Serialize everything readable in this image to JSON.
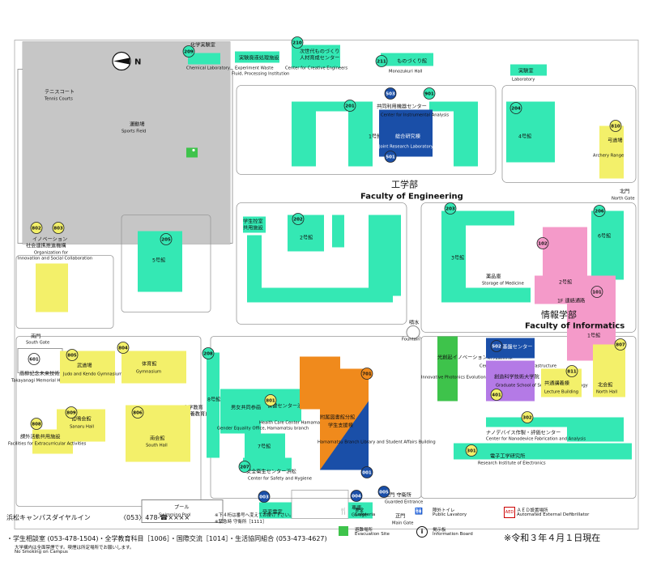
{
  "compass": {
    "label": "N"
  },
  "buildings": {
    "tennis": {
      "jp": "テニスコート",
      "en": "Tennis Courts"
    },
    "sports_field": {
      "jp": "運動場",
      "en": "Sports Field"
    },
    "chemical_lab": {
      "jp": "化学実験室",
      "en": "Chemical Laboratory"
    },
    "waste": {
      "jp": "実験廃液処理施設",
      "en1": "Experiment Waste",
      "en2": "Fluid, Processing Institution"
    },
    "creative": {
      "jp1": "次世代ものづくり",
      "jp2": "人材育成センター",
      "en": "Center for Creative Engineers"
    },
    "monozukuri": {
      "jp": "ものづくり館",
      "en": "Monozukuri Hall"
    },
    "lab": {
      "jp": "実験室",
      "en": "Laboratory"
    },
    "instrumental": {
      "jp": "共同利用機器センター",
      "en": "Center for Instrumental Analysis"
    },
    "joint_research": {
      "jp": "総合研究棟",
      "en": "Joint Research Laboratory"
    },
    "b1": {
      "jp": "1号館"
    },
    "b4": {
      "jp": "4号館"
    },
    "archery": {
      "jp": "弓道場",
      "en": "Archery Range"
    },
    "north_gate": {
      "jp": "北門",
      "en": "North Gate"
    },
    "engineering": {
      "jp": "工学部",
      "en": "Faculty of Engineering"
    },
    "student_common": {
      "jp1": "学生控室",
      "jp2": "共用施設"
    },
    "b2": {
      "jp": "2号館"
    },
    "b3": {
      "jp": "3号館"
    },
    "b5": {
      "jp": "5号館"
    },
    "b6": {
      "jp": "6号館"
    },
    "b2i": {
      "jp": "2号館"
    },
    "b1i": {
      "jp": "1号館"
    },
    "innovation": {
      "jp1": "イノベーション",
      "jp2": "社会連携推進機構",
      "en1": "Organization for",
      "en2": "Innovation and Social Collaboration"
    },
    "storage_medicine": {
      "jp": "薬品庫",
      "en": "Storage of Medicine"
    },
    "liaison": {
      "jp": "1F 連絡通路"
    },
    "informatics": {
      "jp": "情報学部",
      "en": "Faculty of Informatics"
    },
    "fountain": {
      "jp": "噴水",
      "en": "Fountain"
    },
    "south_gate": {
      "jp": "南門",
      "en": "South Gate"
    },
    "takayanagi": {
      "jp": "高柳記念未来技術創造館",
      "en": "Takayanagi Memorial Hall"
    },
    "judo": {
      "jp": "武道場",
      "en": "Judo and Kendo Gymnasium"
    },
    "gymnasium": {
      "jp": "体育館",
      "en": "Gymnasium"
    },
    "b8": {
      "jp": "8号館"
    },
    "b7": {
      "jp": "7号館"
    },
    "photonics": {
      "jp": "光創起イノベーション研究拠点棟",
      "en": "Innovative Photonics Evolution Research Center"
    },
    "info_infra": {
      "jp": "情報基盤センター",
      "en": "Center for Information Infrastructure"
    },
    "graduate": {
      "jp": "創造科学技術大学院",
      "en": "Graduate School of Science and Technology"
    },
    "lecture": {
      "jp": "共通講義棟",
      "en": "Lecture Building"
    },
    "north_hall": {
      "jp": "北会館",
      "en": "North Hall"
    },
    "gender": {
      "jp": "男女共同参画推進室浜松分室",
      "en": "Gender Equality Office, Hamamatsu branch"
    },
    "health": {
      "jp": "保健センター浜松支援室",
      "en": "Health Care Center Hamamatsu"
    },
    "library": {
      "jp1": "附属図書館分館",
      "jp2": "学生支援棟",
      "en": "Hamamatsu Branch Library and Student Affairs Building"
    },
    "nanodevice": {
      "jp": "ナノデバイス作製・評価センター",
      "en": "Center for Nanodevice Fabrication and Analysis"
    },
    "electronics": {
      "jp": "電子工学研究所",
      "en": "Research Institute of Electronics"
    },
    "sanaru": {
      "jp": "佐鳴会館",
      "en": "Sanaru Hall"
    },
    "extracurricular": {
      "jp": "課外活動共用施設",
      "en": "Facilities for Extracurricular Activities"
    },
    "south_hall": {
      "jp": "南会館",
      "en": "South Hall"
    },
    "common_ed": {
      "jp1": "全学教育",
      "jp2": "(教養教育)"
    },
    "safety": {
      "jp": "安全衛生センター浜松",
      "en": "Center for Safety and Hygiene"
    },
    "pool": {
      "jp": "プール",
      "en": "Swimming Pool"
    },
    "power": {
      "jp": "受変電室"
    },
    "garage": {
      "jp": "車庫",
      "en": "Garage"
    },
    "guarded": {
      "jp": "正門 守衛所",
      "en": "Guarded Entrance"
    },
    "main_gate": {
      "jp": "正門",
      "en": "Main Gate"
    }
  },
  "markers": [
    "201",
    "202",
    "203",
    "204",
    "205",
    "206",
    "207",
    "208",
    "209",
    "210",
    "211",
    "501",
    "502",
    "503",
    "701",
    "801",
    "802",
    "803",
    "804",
    "805",
    "806",
    "807",
    "808",
    "809",
    "810",
    "811",
    "901",
    "101",
    "102",
    "001",
    "003",
    "004",
    "005",
    "601",
    "301",
    "302",
    "401"
  ],
  "legend": {
    "hotline_label": "浜松キャンパスダイヤルイン",
    "hotline_number": "〈053〉478-☎××××",
    "hotline_note1": "※下４桁は番号へ変えてお掛け下さい。",
    "hotline_note2": "※緊急時 守衛所［1111］",
    "contact_line": "・学生相談室 (053-478-1504)・全学教育科目［1006］・国際交流［1014］・生活協同組合 (053-473-4627)",
    "no_smoking": "大学構内は全面禁煙です。喫煙は所定場所でお願いします。",
    "no_smoking_en": "No Smoking on Campus",
    "cafeteria_jp": "食堂",
    "cafeteria_en": "Cafeteria",
    "lavatory_jp": "障外トイレ",
    "lavatory_en": "Public Lavatory",
    "aed_jp": "ＡＥＤ設置場所",
    "aed_en": "Automated External Defibrillator",
    "evac_jp": "避難場所",
    "evac_en": "Evacuation Site",
    "board_jp": "掲示板",
    "board_en": "Information Board",
    "date_note": "※令和３年４月１日現在"
  },
  "colors": {
    "teal": "#34e8b4",
    "navy": "#1a4fa8",
    "pink": "#f49ac9",
    "yellow": "#f3f06a",
    "orange": "#f08a1c",
    "green": "#3ec34b",
    "gray": "#c6c6c6"
  }
}
